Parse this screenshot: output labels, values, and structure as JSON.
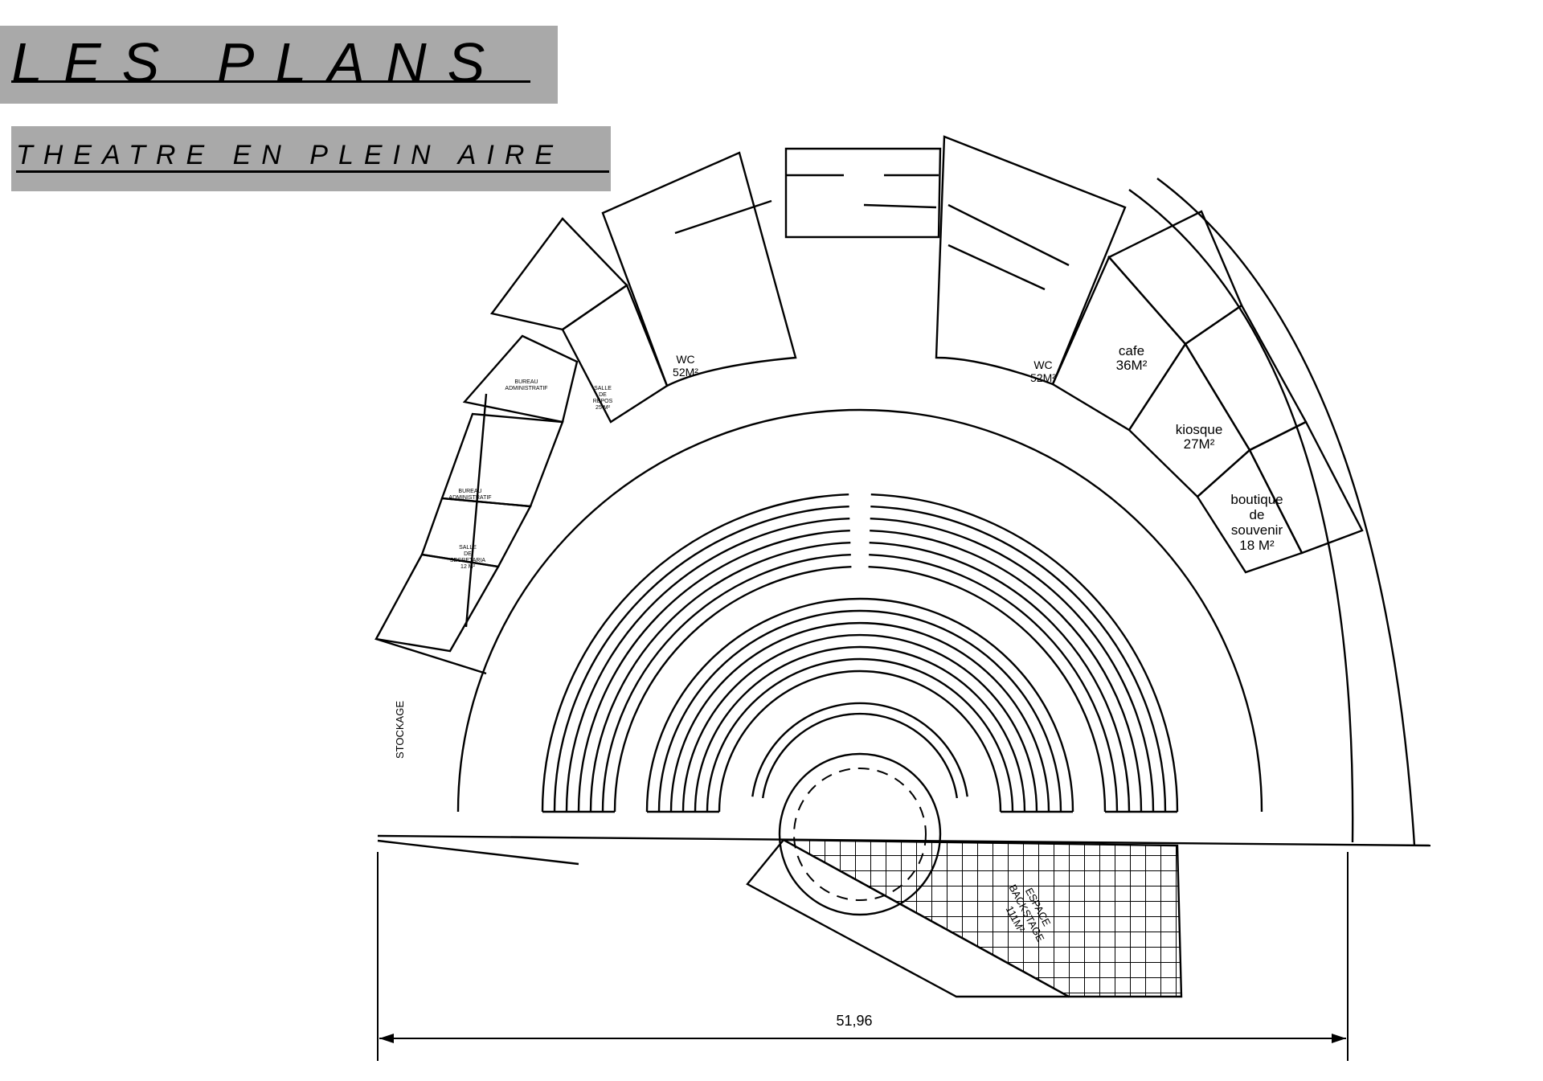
{
  "header": {
    "title": "LES PLANS",
    "subtitle": "THEATRE EN PLEIN AIRE"
  },
  "rooms": {
    "cafe": [
      "cafe",
      "36M²"
    ],
    "kiosque": [
      "kiosque",
      "27M²"
    ],
    "boutique": [
      "boutique",
      "de",
      "souvenir",
      "18 M²"
    ],
    "wc_left": [
      "WC",
      "52M²"
    ],
    "wc_right": [
      "WC",
      "52M²"
    ],
    "salle_repos": [
      "SALLE",
      "DE",
      "REPOS",
      "25 M²"
    ],
    "bureau_admin_1": [
      "BUREAU",
      "ADMINISTRATIF"
    ],
    "bureau_admin_2": [
      "BUREAU",
      "ADMINISTRATIF"
    ],
    "salle_secretaria": [
      "SALLE",
      "DE",
      "SECRETARIA",
      "12 M²"
    ],
    "backstage": [
      "ESPACE",
      "BACKSTAGE",
      "111M²"
    ],
    "stockage": "STOCKAGE"
  },
  "dimensions": {
    "total_width": "51,96"
  }
}
